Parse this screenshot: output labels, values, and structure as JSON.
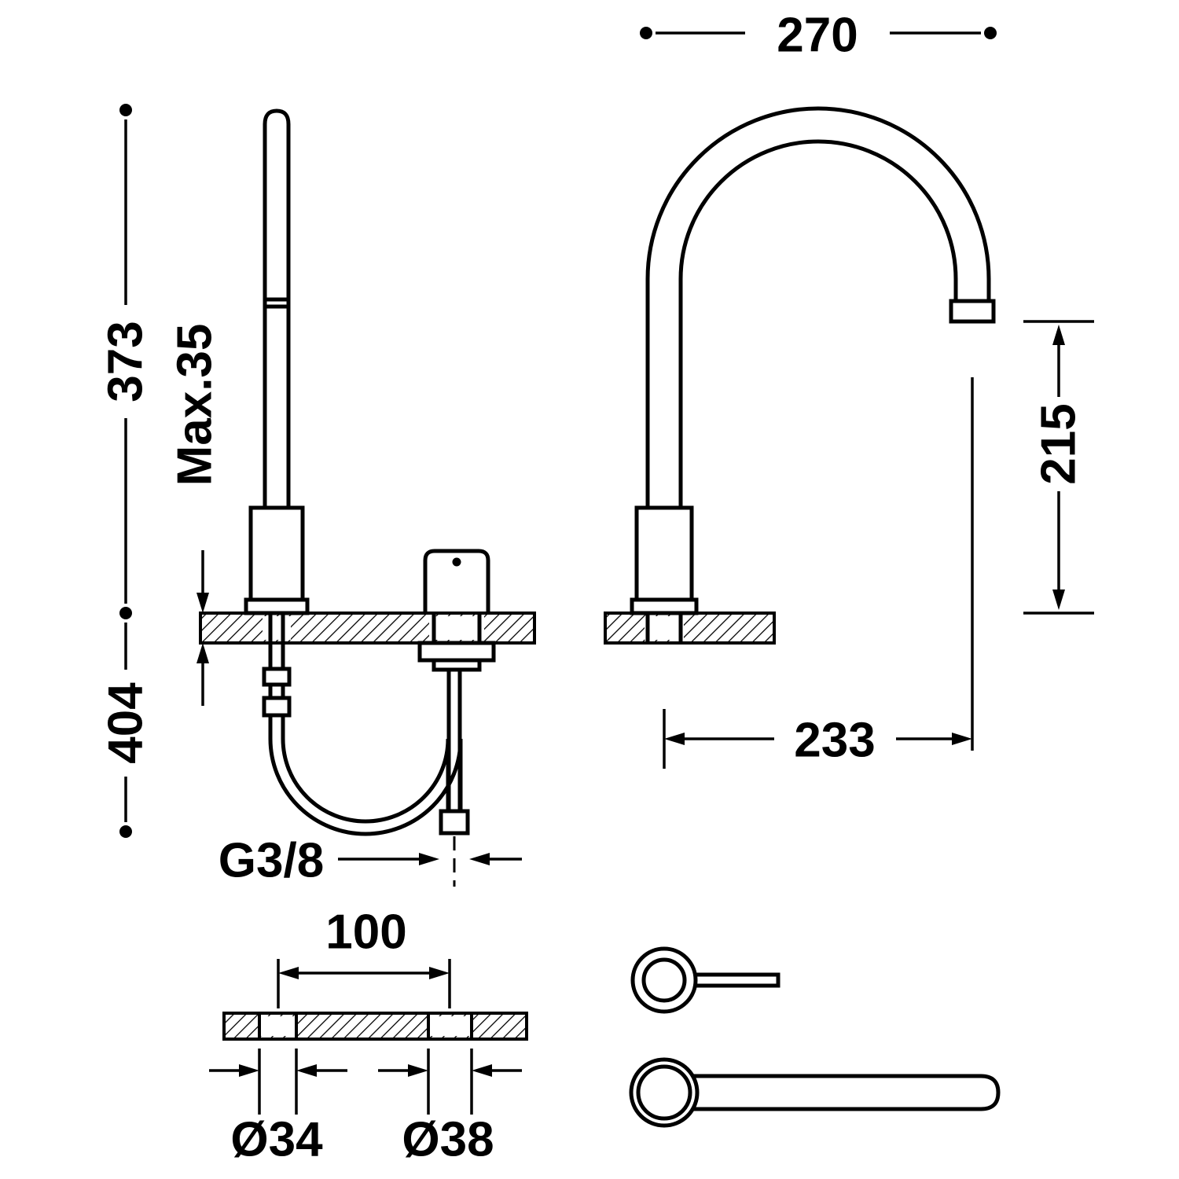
{
  "page": {
    "background": "#ffffff",
    "line_color": "#000000",
    "drawing_type": "faucet installation dimension drawing"
  },
  "side_view": {
    "dim_height_above_deck": "373",
    "dim_max_deck_thickness": "Max.35",
    "dim_depth_below_deck": "404",
    "dim_supply_thread": "G3/8"
  },
  "front_view": {
    "dim_overall_width": "270",
    "dim_spout_height": "215",
    "dim_spout_reach": "233"
  },
  "plan_view": {
    "dim_hole_spacing": "100",
    "dim_hole_left": "Ø34",
    "dim_hole_right": "Ø38"
  }
}
